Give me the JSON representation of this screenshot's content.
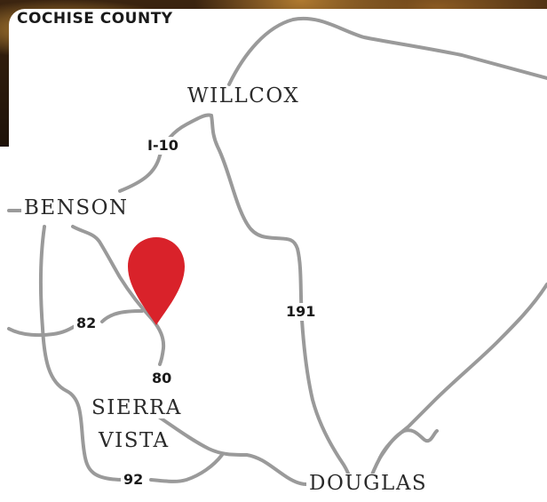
{
  "map": {
    "title": "COCHISE COUNTY",
    "cities": {
      "willcox": "WILLCOX",
      "benson": "BENSON",
      "sierra_vista_line1": "SIERRA",
      "sierra_vista_line2": "VISTA",
      "douglas": "DOUGLAS"
    },
    "roads": {
      "i10": "I-10",
      "r82": "82",
      "r80": "80",
      "r191": "191",
      "r92": "92"
    },
    "colors": {
      "road_line": "#9a9a9a",
      "marker": "#d9222a",
      "text": "#1a1a1a",
      "background_photo": "#2b1a0c"
    },
    "marker_icon": "location-pin-icon"
  }
}
